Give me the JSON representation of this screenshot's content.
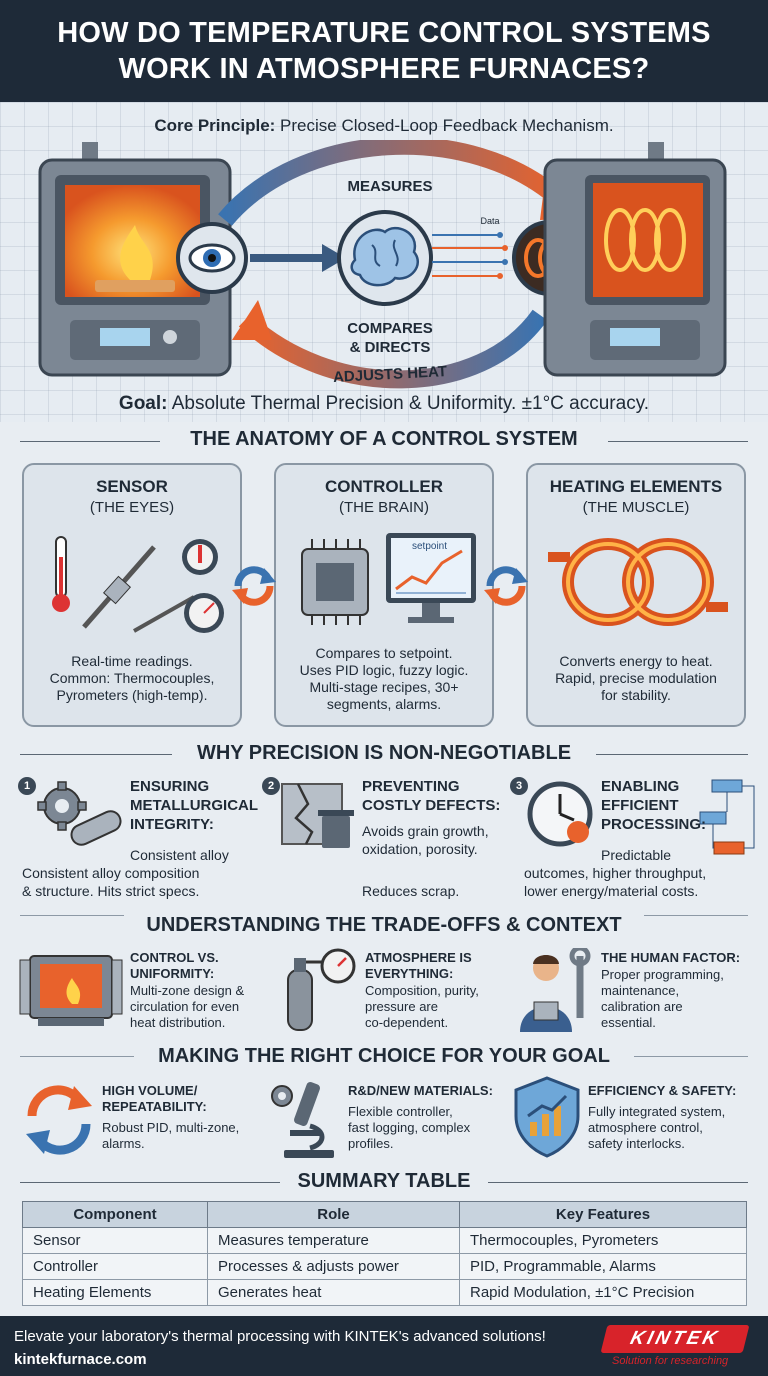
{
  "header": {
    "title": "HOW DO TEMPERATURE CONTROL SYSTEMS WORK IN ATMOSPHERE FURNACES?"
  },
  "core": {
    "label": "Core Principle:",
    "text": " Precise Closed-Loop Feedback Mechanism."
  },
  "loop": {
    "measures": "MEASURES",
    "compares": "COMPARES",
    "directs": "& DIRECTS",
    "adjusts": "ADJUSTS HEAT",
    "data": "Data"
  },
  "goal": {
    "label": "Goal:",
    "text": " Absolute Thermal Precision & Uniformity. ±1°C accuracy."
  },
  "anatomy": {
    "title": "THE ANATOMY OF A CONTROL SYSTEM",
    "cards": [
      {
        "title": "SENSOR",
        "subtitle": "(THE EYES)",
        "lines": [
          "Real-time readings.",
          "Common: Thermocouples,",
          "Pyrometers (high-temp)."
        ]
      },
      {
        "title": "CONTROLLER",
        "subtitle": "(THE BRAIN)",
        "lines": [
          "Compares to setpoint.",
          "Uses PID logic, fuzzy logic.",
          "Multi-stage recipes, 30+",
          "segments, alarms."
        ]
      },
      {
        "title": "HEATING ELEMENTS",
        "subtitle": "(THE MUSCLE)",
        "lines": [
          "Converts energy to heat.",
          "Rapid, precise modulation",
          "for stability."
        ]
      }
    ],
    "setpoint_label": "setpoint"
  },
  "precision": {
    "title": "WHY PRECISION IS NON-NEGOTIABLE",
    "items": [
      {
        "num": "1",
        "title_lines": [
          "ENSURING",
          "METALLURGICAL",
          "INTEGRITY:"
        ],
        "desc_lines": [
          "Consistent alloy",
          "Consistent  alloy composition",
          "& structure. Hits strict specs."
        ]
      },
      {
        "num": "2",
        "title_lines": [
          "PREVENTING",
          "COSTLY DEFECTS:"
        ],
        "desc_lines": [
          "Avoids grain growth,",
          "oxidation, porosity.",
          "Reduces scrap."
        ]
      },
      {
        "num": "3",
        "title_lines": [
          "ENABLING",
          "EFFICIENT",
          "PROCESSING:"
        ],
        "desc_lines": [
          "Predictable",
          "outcomes, higher throughput,",
          "lower energy/material costs."
        ]
      }
    ]
  },
  "tradeoffs": {
    "title": "UNDERSTANDING THE TRADE-OFFS & CONTEXT",
    "items": [
      {
        "title_lines": [
          "CONTROL VS.",
          "UNIFORMITY:"
        ],
        "desc_lines": [
          "Multi-zone design &",
          "circulation for even",
          "heat distribution."
        ]
      },
      {
        "title_lines": [
          "ATMOSPHERE IS",
          "EVERYTHING:"
        ],
        "desc_lines": [
          "Composition, purity,",
          "pressure are",
          "co-dependent."
        ]
      },
      {
        "title_lines": [
          "THE HUMAN FACTOR:"
        ],
        "desc_lines": [
          "Proper programming,",
          "maintenance,",
          "calibration are",
          "essential."
        ]
      }
    ]
  },
  "choice": {
    "title": "MAKING THE RIGHT CHOICE FOR YOUR GOAL",
    "items": [
      {
        "title_lines": [
          "HIGH VOLUME/",
          "REPEATABILITY:"
        ],
        "desc_lines": [
          "Robust PID, multi-zone,",
          "alarms."
        ]
      },
      {
        "title_lines": [
          "R&D/NEW MATERIALS:"
        ],
        "desc_lines": [
          "Flexible controller,",
          "fast logging, complex",
          "profiles."
        ]
      },
      {
        "title_lines": [
          "EFFICIENCY & SAFETY:"
        ],
        "desc_lines": [
          "Fully integrated system,",
          "atmosphere control,",
          "safety interlocks."
        ]
      }
    ]
  },
  "summary": {
    "title": "SUMMARY TABLE",
    "headers": [
      "Component",
      "Role",
      "Key Features"
    ],
    "rows": [
      [
        "Sensor",
        "Measures temperature",
        "Thermocouples, Pyrometers"
      ],
      [
        "Controller",
        "Processes & adjusts power",
        "PID, Programmable, Alarms"
      ],
      [
        "Heating Elements",
        "Generates heat",
        "Rapid Modulation, ±1°C Precision"
      ]
    ]
  },
  "footer": {
    "line1": "Elevate your laboratory's thermal processing with KINTEK's advanced solutions!",
    "line2": "kintekfurnace.com",
    "logo": "KINTEK",
    "tagline": "Solution for researching"
  },
  "colors": {
    "dark": "#1e2a38",
    "accent_orange": "#e8622c",
    "accent_blue": "#3a73b0",
    "brand_red": "#d8232a"
  }
}
